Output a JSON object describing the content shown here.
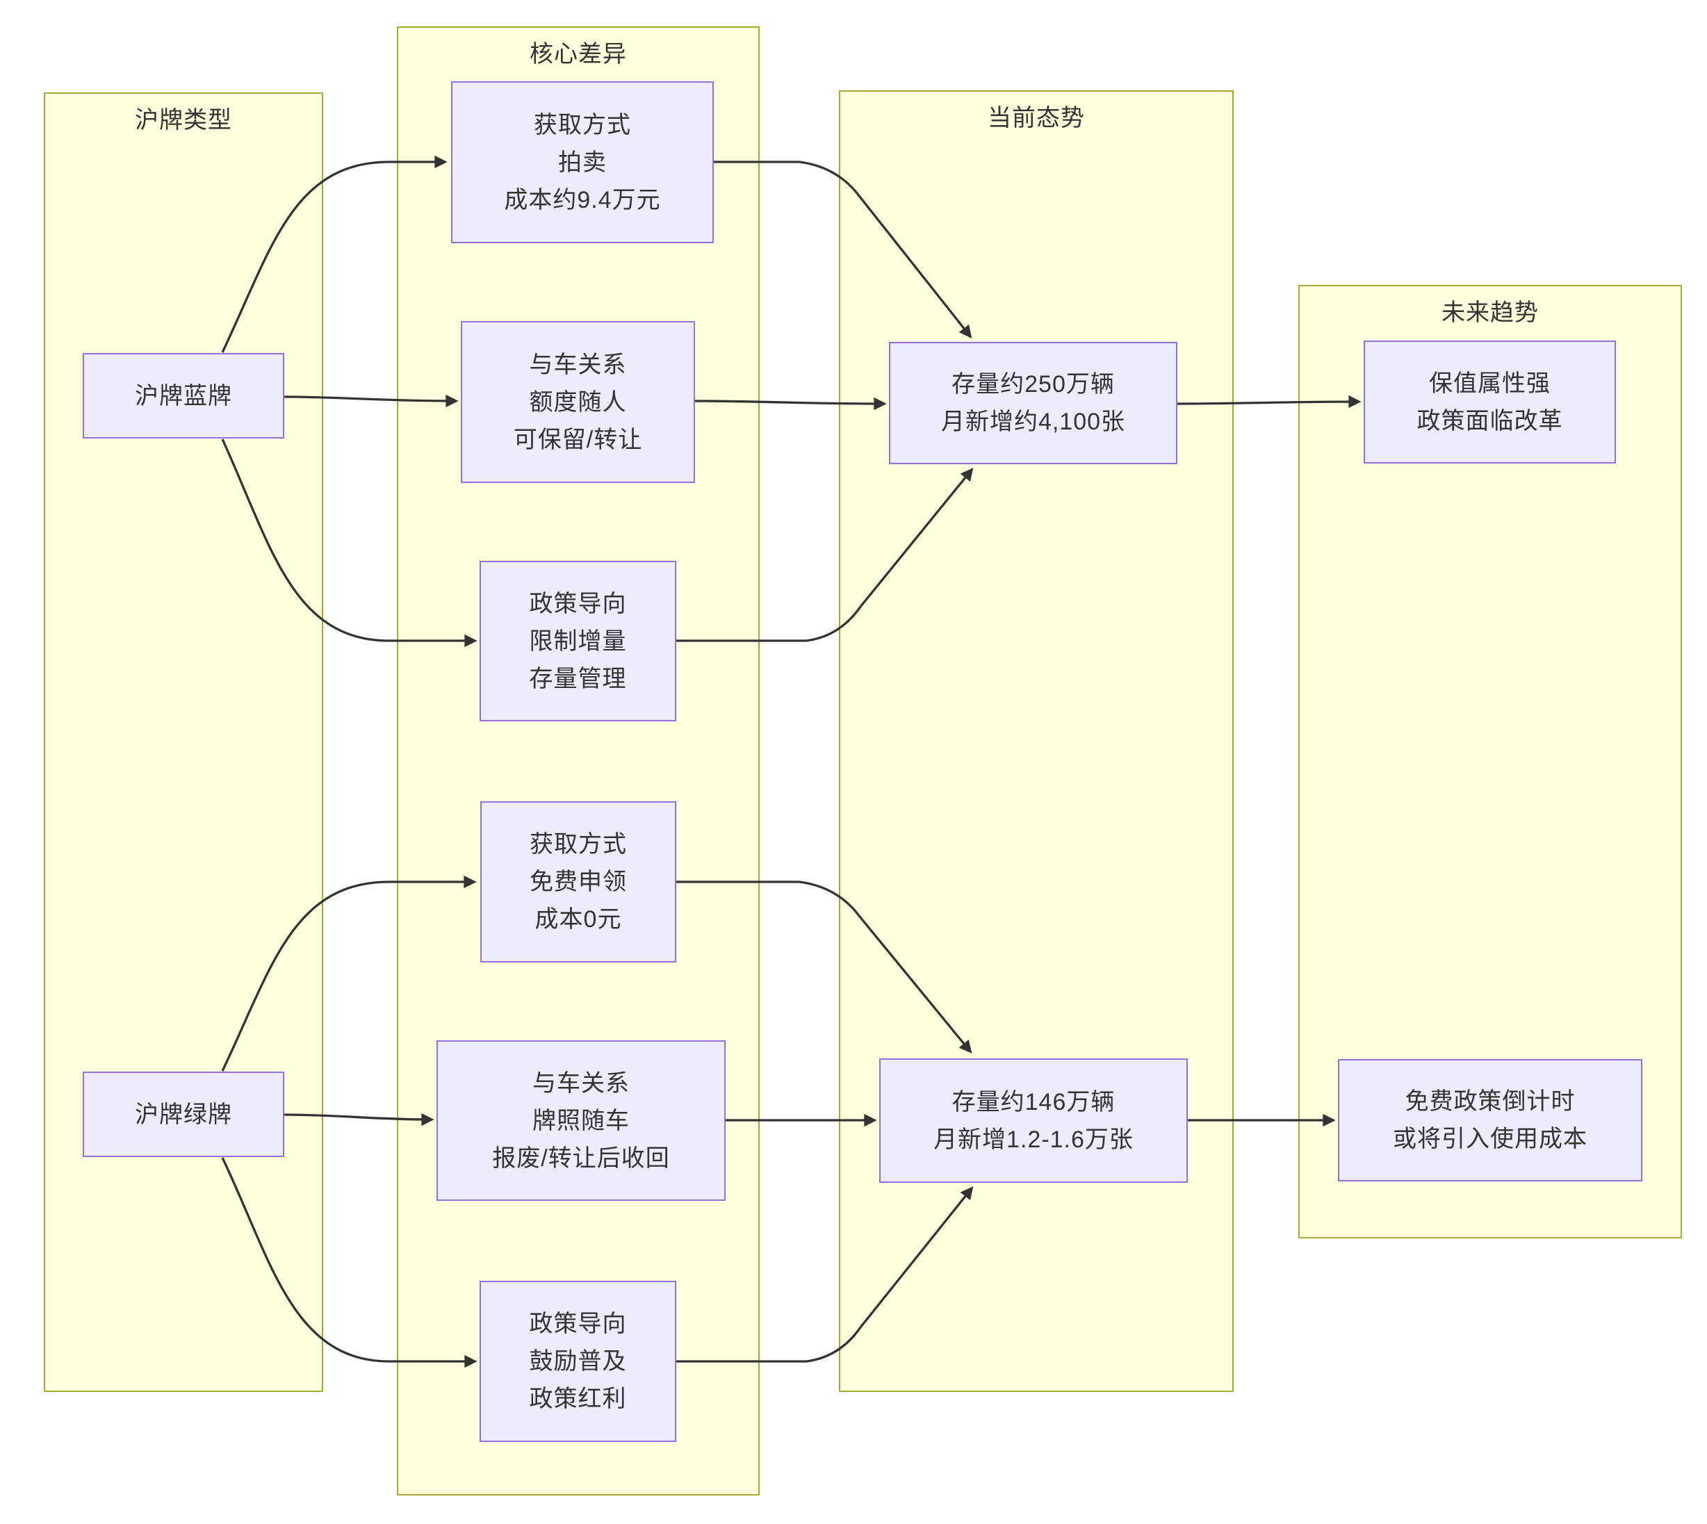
{
  "colors": {
    "container_fill": "#ffffde",
    "container_border": "#aaaa33",
    "node_fill": "#ececff",
    "node_border": "#9370db",
    "edge": "#333333",
    "text": "#333333"
  },
  "containers": {
    "types": {
      "title": "沪牌类型"
    },
    "diff": {
      "title": "核心差异"
    },
    "current": {
      "title": "当前态势"
    },
    "future": {
      "title": "未来趋势"
    }
  },
  "nodes": {
    "blue": {
      "label": "沪牌蓝牌"
    },
    "blue_acquire": {
      "lines": [
        "获取方式",
        "拍卖",
        "成本约9.4万元"
      ]
    },
    "blue_relation": {
      "lines": [
        "与车关系",
        "额度随人",
        "可保留/转让"
      ]
    },
    "blue_policy": {
      "lines": [
        "政策导向",
        "限制增量",
        "存量管理"
      ]
    },
    "blue_current": {
      "lines": [
        "存量约250万辆",
        "月新增约4,100张"
      ]
    },
    "blue_future": {
      "lines": [
        "保值属性强",
        "政策面临改革"
      ]
    },
    "green": {
      "label": "沪牌绿牌"
    },
    "green_acquire": {
      "lines": [
        "获取方式",
        "免费申领",
        "成本0元"
      ]
    },
    "green_relation": {
      "lines": [
        "与车关系",
        "牌照随车",
        "报废/转让后收回"
      ]
    },
    "green_policy": {
      "lines": [
        "政策导向",
        "鼓励普及",
        "政策红利"
      ]
    },
    "green_current": {
      "lines": [
        "存量约146万辆",
        "月新增1.2-1.6万张"
      ]
    },
    "green_future": {
      "lines": [
        "免费政策倒计时",
        "或将引入使用成本"
      ]
    }
  }
}
